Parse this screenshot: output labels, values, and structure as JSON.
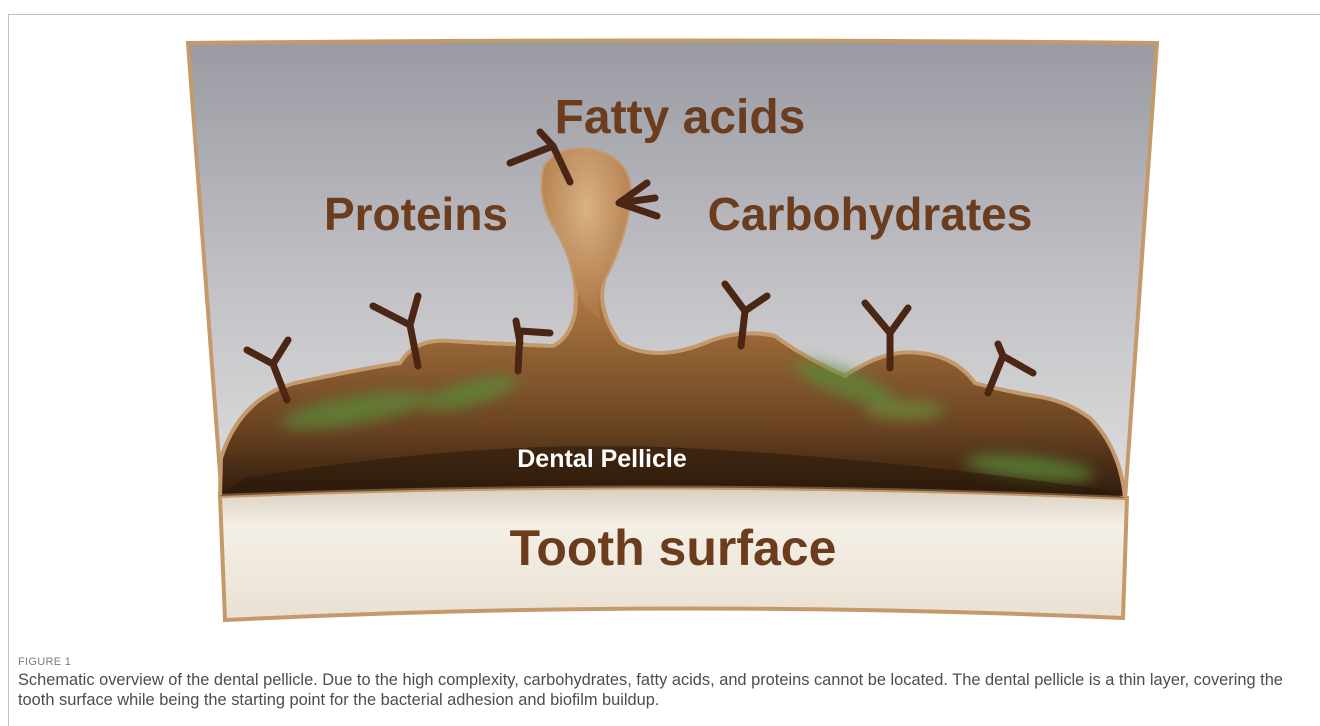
{
  "figure": {
    "labels": {
      "fatty_acids": "Fatty acids",
      "proteins": "Proteins",
      "carbohydrates": "Carbohydrates",
      "pellicle": "Dental Pellicle",
      "tooth": "Tooth surface"
    },
    "colors": {
      "label_brown": "#6b3d1e",
      "pellicle_brown": "#b07a4a",
      "pellicle_dark": "#3a2412",
      "moss_green": "#5c8a3a",
      "branch_brown": "#4b2614",
      "frame_tan": "#c49a6c",
      "sky_gray": "#b0b0b6",
      "tooth_ivory": "#efe7db"
    }
  },
  "caption": {
    "label": "FIGURE 1",
    "text": "Schematic overview of the dental pellicle. Due to the high complexity, carbohydrates, fatty acids, and proteins cannot be located. The dental pellicle is a thin layer, covering the tooth surface while being the starting point for the bacterial adhesion and biofilm buildup."
  }
}
